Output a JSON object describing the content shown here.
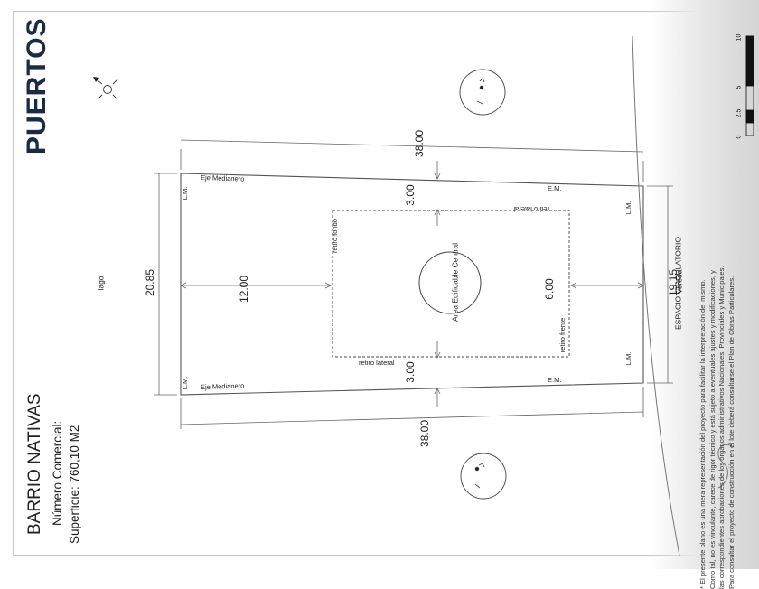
{
  "brand": "PUERTOS",
  "barrio": "BARRIO NATIVAS",
  "numero_comercial": "Número Comercial:",
  "superficie": "Superficie: 760,10 M2",
  "dims": {
    "top": "38.00",
    "bottom": "38.00",
    "left": "20.85",
    "right": "19.15",
    "retiro_fondo_dist": "12.00",
    "retiro_frente_dist": "6.00",
    "retiro_lateral_top": "3.00",
    "retiro_lateral_bottom": "3.00"
  },
  "labels": {
    "eje_medianero_top": "Eje Medianero",
    "eje_medianero_bottom": "Eje Medianero",
    "lm_tl": "L.M.",
    "lm_bl": "L.M.",
    "lm_tr": "L.M.",
    "lm_br": "L.M.",
    "em_top": "E.M.",
    "em_bottom": "E.M.",
    "retiro_fondo": "retiro fondo",
    "retiro_frente": "retiro frente",
    "retiro_lateral_top": "retiro lateral",
    "retiro_lateral_bottom": "retiro lateral",
    "area_edificable": "Area Edificable Central",
    "lago": "lago",
    "vereda": "vereda",
    "espacio_circulatorio": "ESPACIO CIRCULATORIO"
  },
  "disclaimer": [
    "* El presente plano es una mera representación del proyecto para facilitar la interpretación del mismo.",
    "Como tal, no es vinculante, carece de rigor técnico y está sujeto a eventuales ajustes y modificaciones, y",
    "las correspondientes aprobaciones de los órganos administrativos Nacionales, Provinciales y Municipales.",
    "Para consultar el proyecto de construcción en el lote deberá consultarse el Plan de Obras Particulares."
  ],
  "scale_ticks": [
    "0",
    "2.5",
    "5",
    "10"
  ],
  "colors": {
    "brand": "#1c2b45",
    "lines": "#555555",
    "dashed": "#444444"
  },
  "icons": {
    "compass": "north-arrow-icon",
    "tree": "tree-icon"
  }
}
